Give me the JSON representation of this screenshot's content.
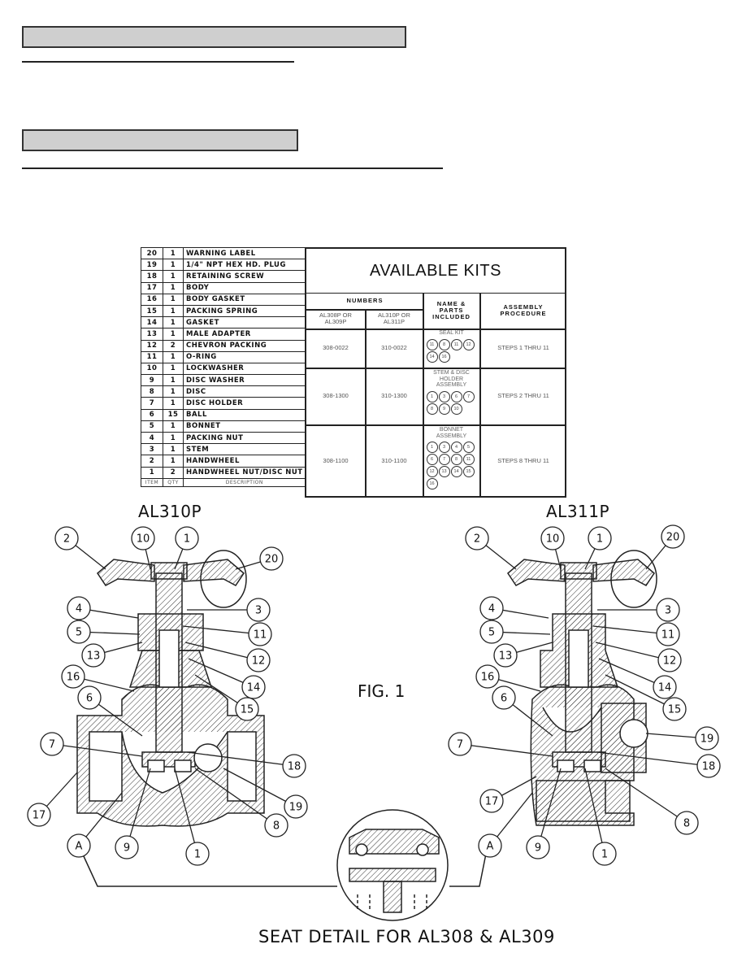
{
  "parts_list": {
    "rows": [
      {
        "item": "20",
        "qty": "1",
        "desc": "WARNING LABEL"
      },
      {
        "item": "19",
        "qty": "1",
        "desc": "1/4\" NPT HEX HD. PLUG"
      },
      {
        "item": "18",
        "qty": "1",
        "desc": "RETAINING SCREW"
      },
      {
        "item": "17",
        "qty": "1",
        "desc": "BODY"
      },
      {
        "item": "16",
        "qty": "1",
        "desc": "BODY GASKET"
      },
      {
        "item": "15",
        "qty": "1",
        "desc": "PACKING SPRING"
      },
      {
        "item": "14",
        "qty": "1",
        "desc": "GASKET"
      },
      {
        "item": "13",
        "qty": "1",
        "desc": "MALE ADAPTER"
      },
      {
        "item": "12",
        "qty": "2",
        "desc": "CHEVRON PACKING"
      },
      {
        "item": "11",
        "qty": "1",
        "desc": "O-RING"
      },
      {
        "item": "10",
        "qty": "1",
        "desc": "LOCKWASHER"
      },
      {
        "item": "9",
        "qty": "1",
        "desc": "DISC WASHER"
      },
      {
        "item": "8",
        "qty": "1",
        "desc": "DISC"
      },
      {
        "item": "7",
        "qty": "1",
        "desc": "DISC HOLDER"
      },
      {
        "item": "6",
        "qty": "15",
        "desc": "BALL"
      },
      {
        "item": "5",
        "qty": "1",
        "desc": "BONNET"
      },
      {
        "item": "4",
        "qty": "1",
        "desc": "PACKING NUT"
      },
      {
        "item": "3",
        "qty": "1",
        "desc": "STEM"
      },
      {
        "item": "2",
        "qty": "1",
        "desc": "HANDWHEEL"
      },
      {
        "item": "1",
        "qty": "2",
        "desc": "HANDWHEEL NUT/DISC NUT"
      }
    ],
    "footer": {
      "item": "ITEM",
      "qty": "QTY",
      "desc": "DESCRIPTION"
    }
  },
  "kits": {
    "title": "AVAILABLE KITS",
    "numbers_header": "NUMBERS",
    "name_header": "NAME & PARTS INCLUDED",
    "procedure_header": "ASSEMBLY PROCEDURE",
    "col1_header": "AL308P OR AL309P",
    "col2_header": "AL310P OR AL311P",
    "rows": [
      {
        "n1": "308-0022",
        "n2": "310-0022",
        "name": "SEAL KIT",
        "parts": [
          "11",
          "8",
          "11",
          "12",
          "14",
          "16"
        ],
        "proc": "STEPS 1 THRU 11"
      },
      {
        "n1": "308-1300",
        "n2": "310-1300",
        "name": "STEM & DISC HOLDER ASSEMBLY",
        "parts": [
          "1",
          "3",
          "6",
          "7",
          "8",
          "9",
          "10"
        ],
        "proc": "STEPS 2 THRU 11"
      },
      {
        "n1": "308-1100",
        "n2": "310-1100",
        "name": "BONNET ASSEMBLY",
        "parts": [
          "1",
          "3",
          "4",
          "5",
          "6",
          "7",
          "8",
          "11",
          "12",
          "13",
          "14",
          "15",
          "16"
        ],
        "proc": "STEPS 8 THRU 11"
      }
    ]
  },
  "diagram": {
    "left_title": "AL310P",
    "right_title": "AL311P",
    "fig_label": "FIG. 1",
    "seat_caption": "SEAT DETAIL FOR AL308 & AL309",
    "callouts_left": [
      "2",
      "10",
      "1",
      "20",
      "4",
      "3",
      "5",
      "11",
      "13",
      "12",
      "14",
      "16",
      "15",
      "6",
      "7",
      "18",
      "17",
      "19",
      "A",
      "9",
      "1",
      "8"
    ],
    "callouts_right": [
      "2",
      "10",
      "1",
      "20",
      "4",
      "3",
      "5",
      "11",
      "13",
      "12",
      "14",
      "16",
      "15",
      "6",
      "19",
      "7",
      "18",
      "17",
      "A",
      "8",
      "9",
      "1"
    ]
  }
}
